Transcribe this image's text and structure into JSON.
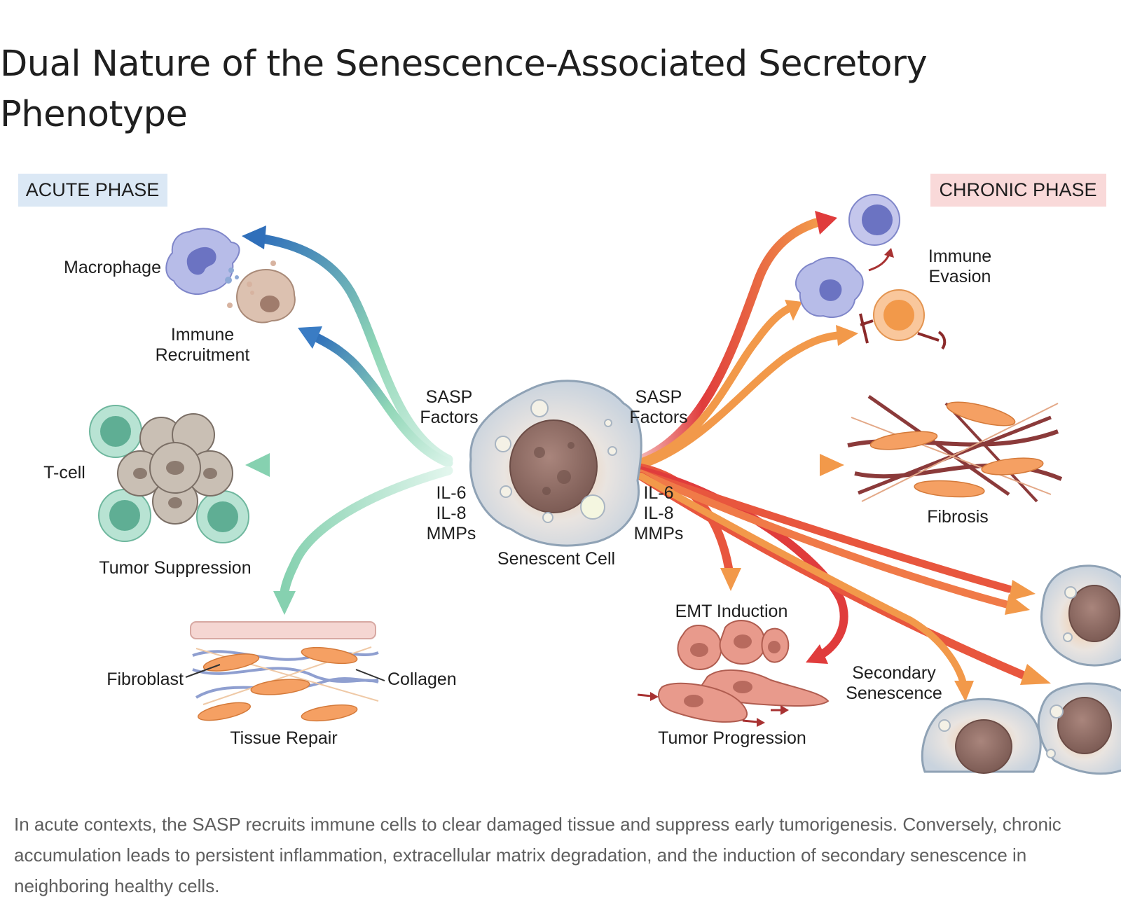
{
  "title": "Dual Nature of the Senescence-Associated Secretory Phenotype",
  "figure": {
    "acute_phase_label": "ACUTE PHASE",
    "chronic_phase_label": "CHRONIC PHASE",
    "center_label": "Senescent Cell",
    "left_factors": {
      "line1": "SASP",
      "line2": "Factors",
      "m1": "IL-6",
      "m2": "IL-8",
      "m3": "MMPs"
    },
    "right_factors": {
      "line1": "SASP",
      "line2": "Factors",
      "m1": "IL-6",
      "m2": "IL-8",
      "m3": "MMPs"
    },
    "acute": {
      "macrophage": "Macrophage",
      "immune_recruitment": {
        "line1": "Immune",
        "line2": "Recruitment"
      },
      "t_cell": "T-cell",
      "tumor_suppression": "Tumor Suppression",
      "fibroblast": "Fibroblast",
      "collagen": "Collagen",
      "tissue_repair": "Tissue Repair"
    },
    "chronic": {
      "immune_evasion": {
        "line1": "Immune",
        "line2": "Evasion"
      },
      "fibrosis": "Fibrosis",
      "emt_induction": "EMT Induction",
      "tumor_progression": "Tumor Progression",
      "secondary_senescence": {
        "line1": "Secondary",
        "line2": "Senescence"
      }
    },
    "colors": {
      "acute_arrow_blue": "#3a7cc4",
      "acute_arrow_teal": "#8fd6b6",
      "chronic_arrow_red": "#e03c3c",
      "chronic_arrow_orange": "#f2994a",
      "acute_tag_bg": "#dbe8f5",
      "chronic_tag_bg": "#f9d9d9"
    }
  },
  "caption": "In acute contexts, the SASP recruits immune cells to clear damaged tissue and suppress early tumorigenesis. Conversely, chronic accumulation leads to persistent inflammation, extracellular matrix degradation, and the induction of secondary senescence in neighboring healthy cells."
}
